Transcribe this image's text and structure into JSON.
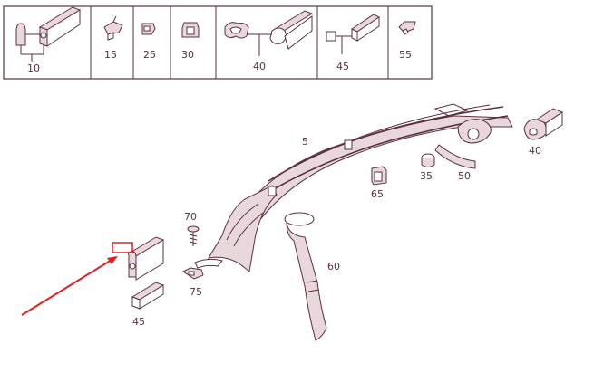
{
  "legend": {
    "cells": [
      {
        "label": "10",
        "icon": "seal-profile-icon"
      },
      {
        "label": "15",
        "icon": "clip-icon"
      },
      {
        "label": "25",
        "icon": "clip-icon"
      },
      {
        "label": "30",
        "icon": "clip-icon"
      },
      {
        "label": "40",
        "icon": "seal-profile-icon"
      },
      {
        "label": "45",
        "icon": "foam-strip-icon"
      },
      {
        "label": "55",
        "icon": "clip-icon"
      }
    ]
  },
  "callouts": {
    "c5": "5",
    "c10_small": "",
    "c35": "35",
    "c40": "40",
    "c45": "45",
    "c50": "50",
    "c60": "60",
    "c65": "65",
    "c70": "70",
    "c75": "75"
  },
  "colors": {
    "line": "#5a3040",
    "fill": "#e8d8dc",
    "highlight_box": "#e02020",
    "arrow": "#e02020"
  }
}
